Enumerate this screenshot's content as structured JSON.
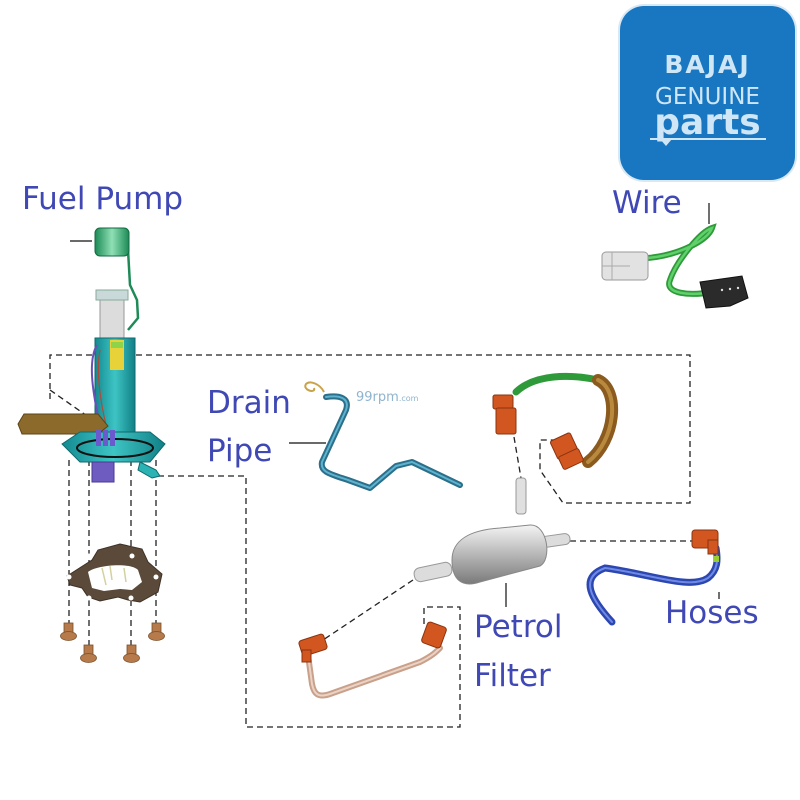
{
  "logo": {
    "line1": "BAJAJ",
    "line2": "GENUINE",
    "line3": "parts",
    "color": "#1877c0"
  },
  "labels": {
    "fuel_pump": "Fuel Pump",
    "wire": "Wire",
    "drain_line1": "Drain",
    "drain_line2": "Pipe",
    "petrol_line1": "Petrol",
    "petrol_line2": "Filter",
    "hoses": "Hoses"
  },
  "watermark": {
    "main": "99rpm",
    "suffix": ".com"
  },
  "colors": {
    "label": "#3f48b4",
    "pump_teal": "#1fa3a8",
    "wire_green": "#3cb043",
    "drain_pipe": "#3c8aa8",
    "connector_orange": "#d2561f",
    "hose_blue": "#3f5fc8",
    "hose_brown": "#9a6a2a",
    "gasket_brown": "#5b4a3a",
    "bolt_brown": "#b77a4a"
  }
}
